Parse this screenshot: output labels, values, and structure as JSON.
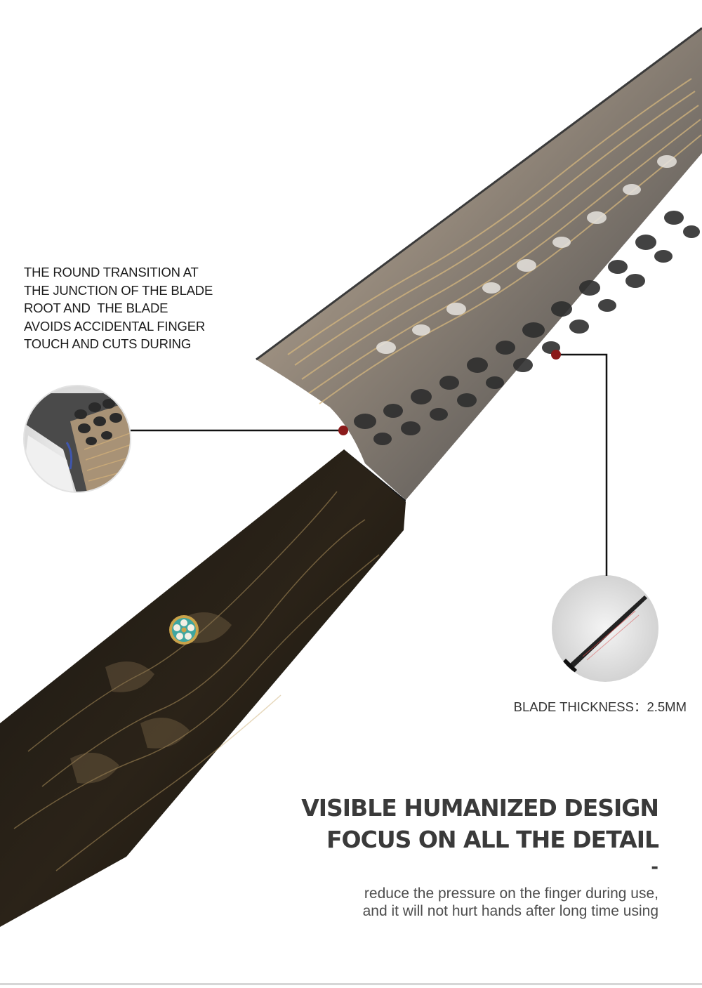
{
  "callout_blade_root": {
    "lines": [
      "THE ROUND TRANSITION AT",
      "THE JUNCTION OF THE BLADE",
      "ROOT AND  THE BLADE",
      "AVOIDS ACCIDENTAL FINGER",
      "TOUCH AND CUTS DURING"
    ]
  },
  "callout_thickness": {
    "label": "BLADE THICKNESS：2.5MM"
  },
  "headline": {
    "line1": "VISIBLE HUMANIZED DESIGN",
    "line2": "FOCUS ON ALL THE DETAIL",
    "separator": "-"
  },
  "subtext": {
    "line1": "reduce the pressure on the finger during use,",
    "line2": "and it will not hurt hands after long time using"
  },
  "colors": {
    "marker": "#8b1a1a",
    "leader_line": "#111111",
    "background": "#ffffff",
    "headline_text": "#3a3a3a"
  }
}
